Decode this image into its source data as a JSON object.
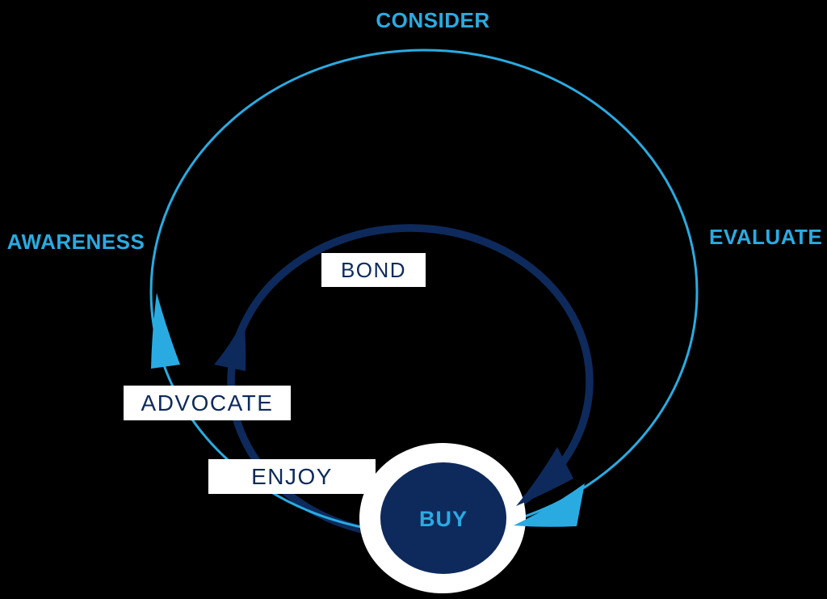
{
  "diagram": {
    "background": "#000000",
    "label_box_bg": "#FFFFFF",
    "outer_loop": {
      "color": "#29ABE2",
      "labels": {
        "top": "CONSIDER",
        "left": "AWARENESS",
        "right": "EVALUATE"
      }
    },
    "inner_loop": {
      "color": "#0E2A5C",
      "labels": {
        "top": "BOND",
        "left": "ADVOCATE",
        "bottom": "ENJOY"
      }
    },
    "buy_node": {
      "label": "BUY",
      "fill": "#0E2A5C",
      "text_color": "#29ABE2",
      "ring_color": "#FFFFFF"
    }
  }
}
